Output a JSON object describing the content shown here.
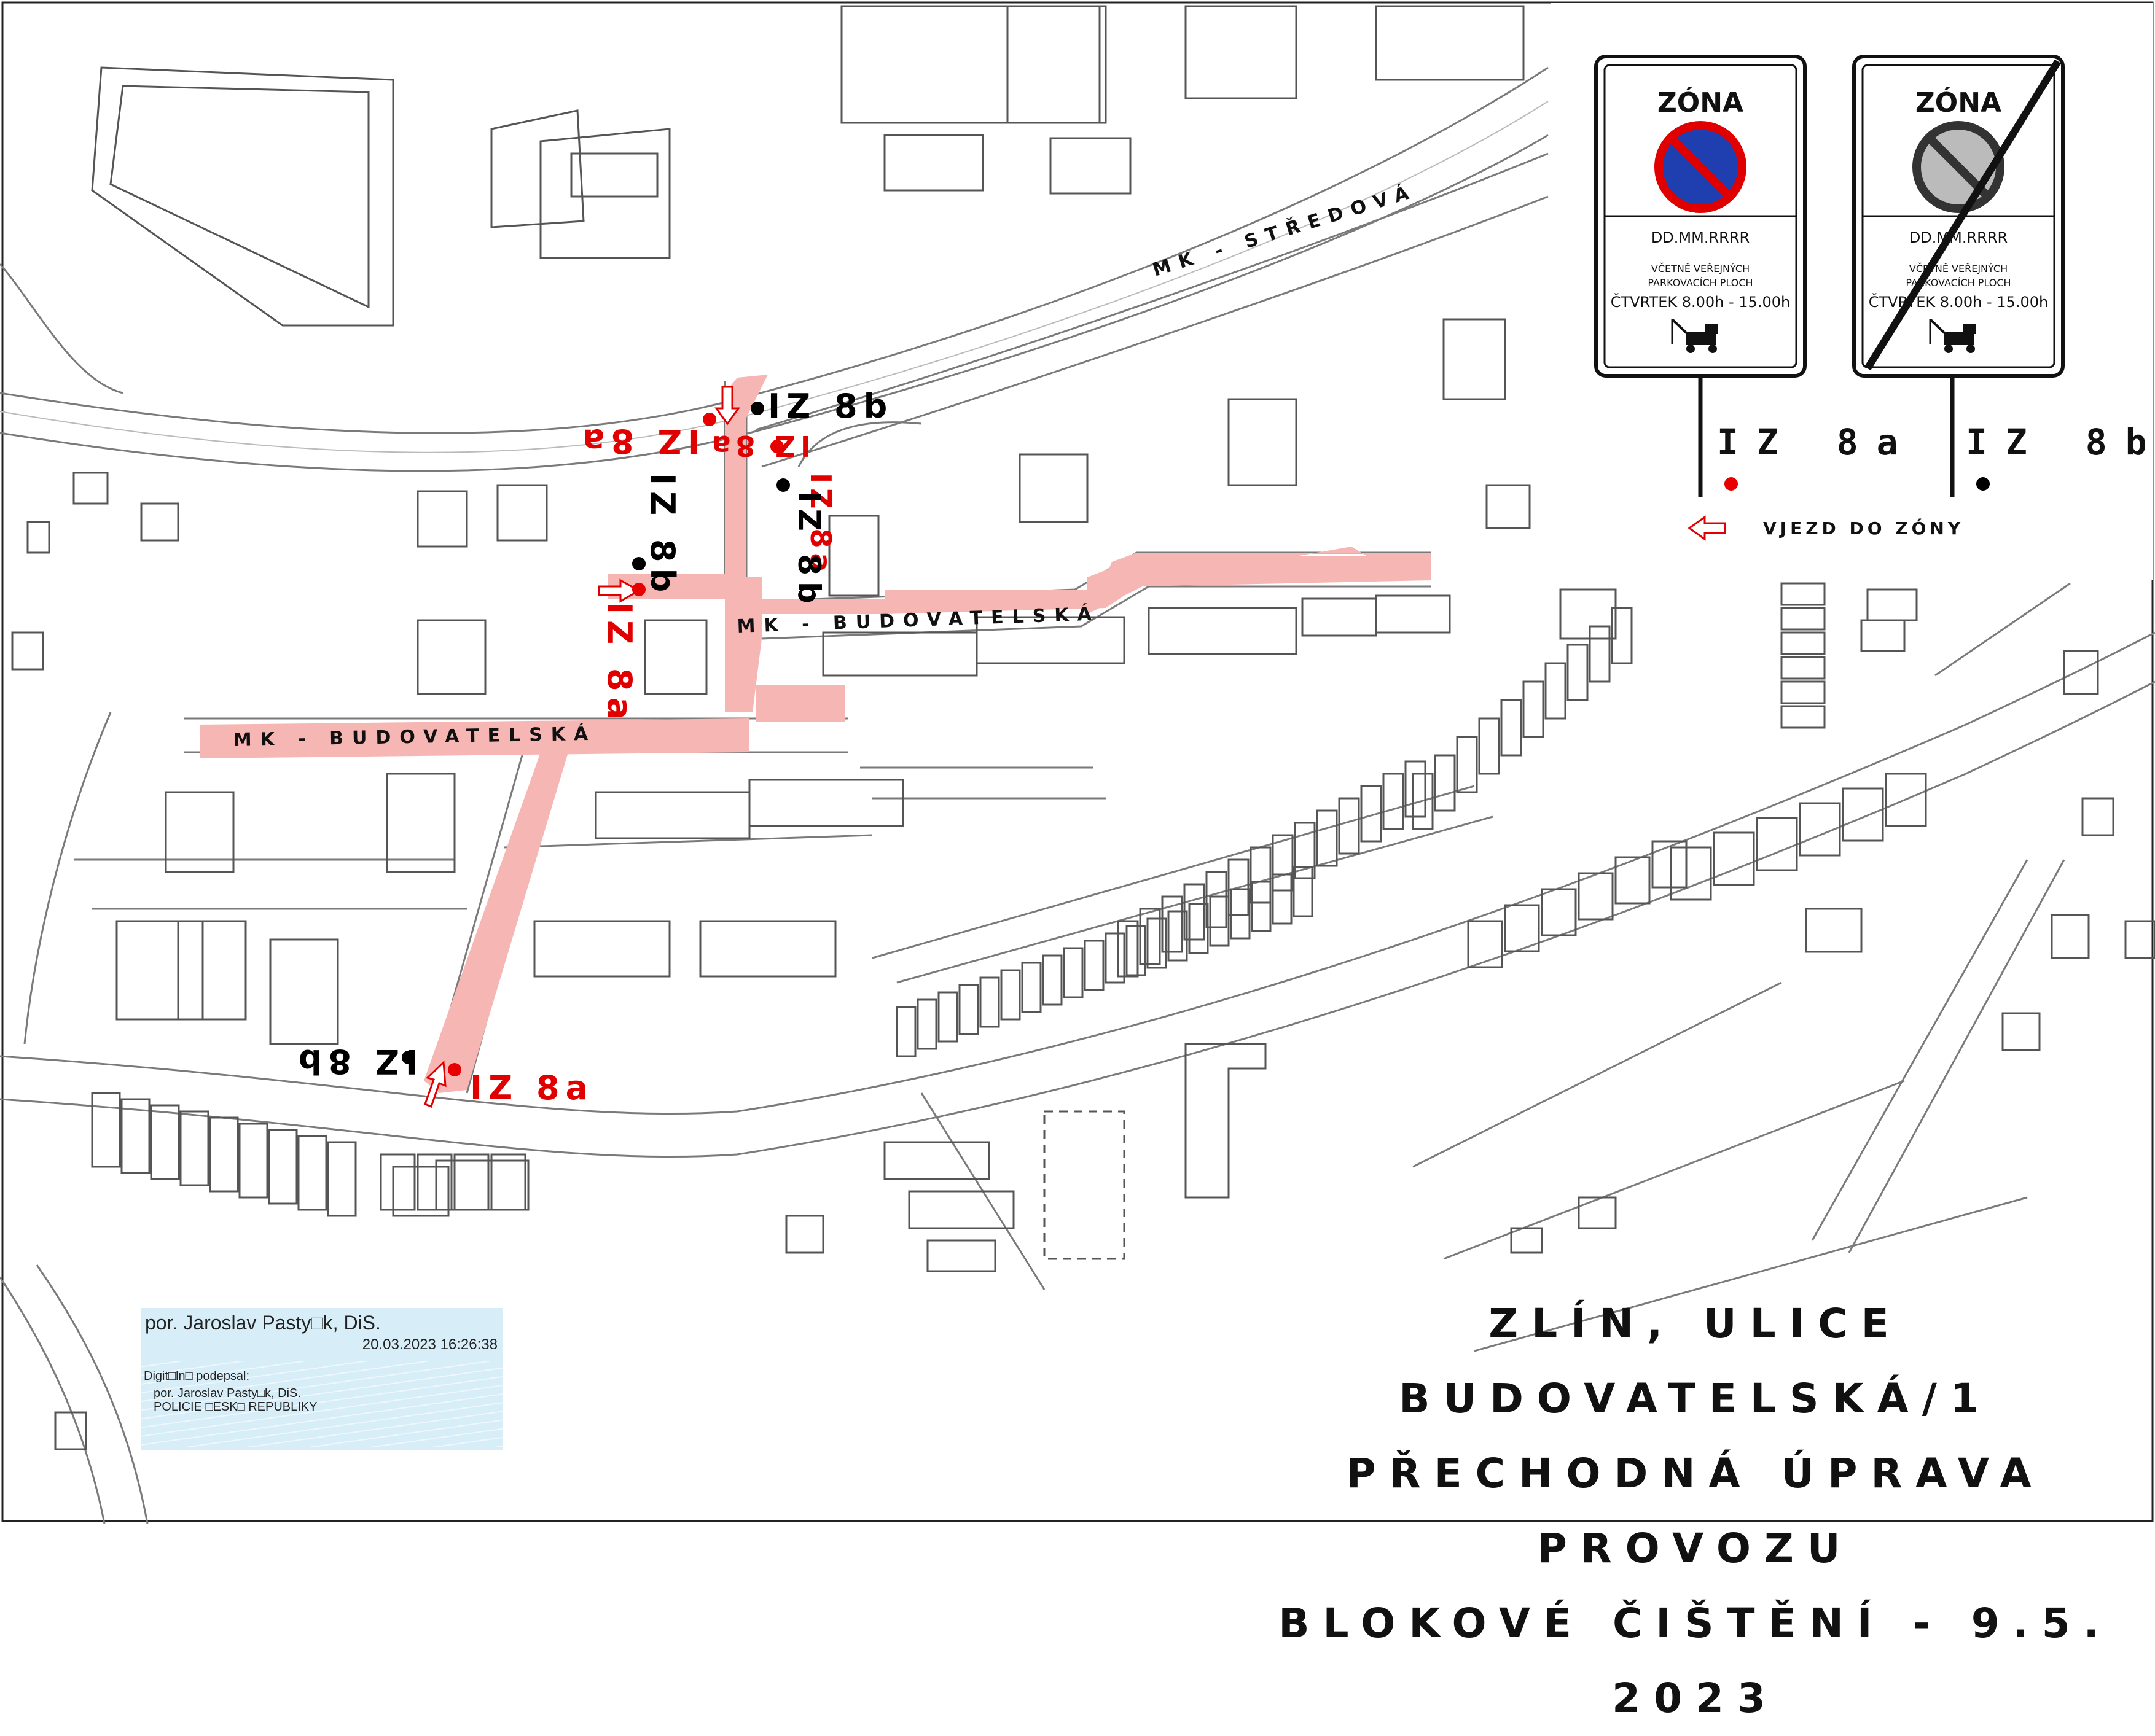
{
  "streets": {
    "stredova": "MK - STŘEDOVÁ",
    "budovatelska_upper": "MK - BUDOVATELSKÁ",
    "budovatelska_lower": "MK - BUDOVATELSKÁ"
  },
  "signs": {
    "left": {
      "title": "ZÓNA",
      "date": "DD.MM.RRRR",
      "note_line1": "VČETNĚ VEŘEJNÝCH",
      "note_line2": "PARKOVACÍCH PLOCH",
      "time": "ČTVRTEK  8.00h - 15.00h",
      "code": "IZ 8a"
    },
    "right": {
      "title": "ZÓNA",
      "date": "DD.MM.RRRR",
      "note_line1": "VČETNĚ VEŘEJNÝCH",
      "note_line2": "PARKOVACÍCH PLOCH",
      "time": "ČTVRTEK  8.00h - 15.00h",
      "code": "IZ 8b"
    }
  },
  "legend": {
    "entry_label": "VJEZD DO ZÓNY"
  },
  "map_labels": {
    "iz8a": "IZ 8a",
    "iz8b": "IZ 8b"
  },
  "title": {
    "line1": "ZLÍN, ULICE BUDOVATELSKÁ/1",
    "line2": "PŘECHODNÁ ÚPRAVA PROVOZU",
    "line3": "BLOKOVÉ ČIŠTĚNÍ - 9.5. 2023"
  },
  "signature": {
    "name": "por. Jaroslav Pasty□k, DiS.",
    "timestamp": "20.03.2023 16:26:38",
    "line1": "Digit□ln□ podepsal:",
    "line2": "por. Jaroslav Pasty□k, DiS.",
    "line3": "POLICIE □ESK□ REPUBLIKY"
  },
  "colors": {
    "zone_fill": "#f6b7b4",
    "sign_red": "#e10000",
    "sign_blue": "#1f3fb0",
    "marker_red": "#e80000",
    "marker_black": "#000000",
    "map_line": "#777777",
    "signature_bg": "#d7eef9"
  }
}
